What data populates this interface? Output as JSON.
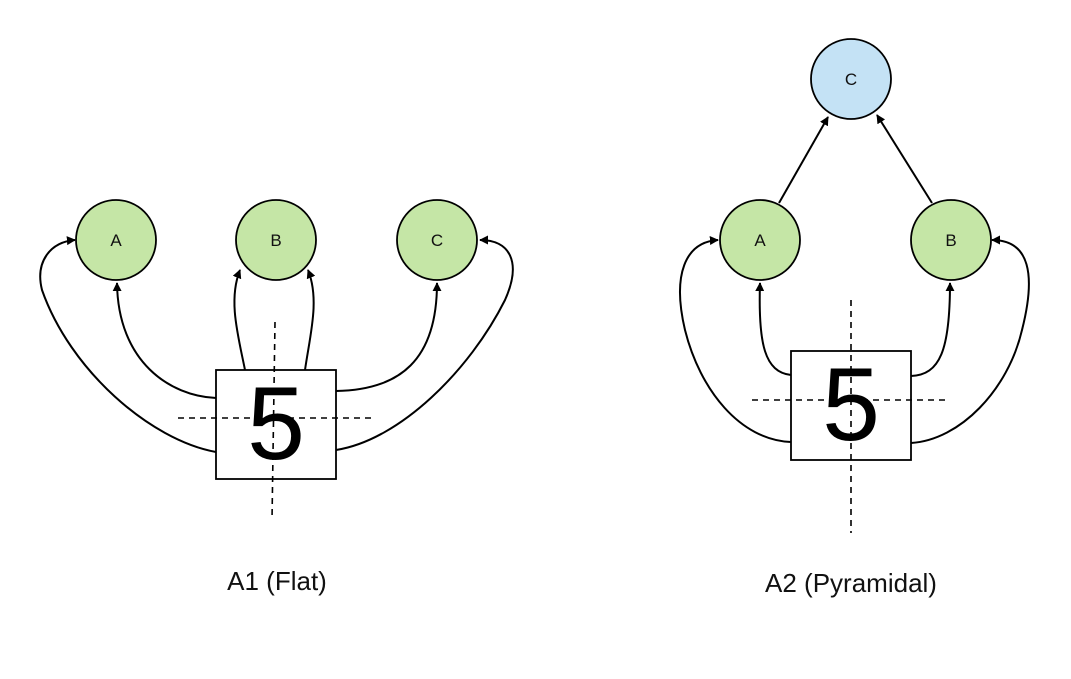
{
  "colors": {
    "green_node": "#c5e6a6",
    "blue_node": "#c4e2f5",
    "stroke": "#000000"
  },
  "flat": {
    "caption": "A1 (Flat)",
    "digit": "5",
    "node_a": "A",
    "node_b": "B",
    "node_c": "C"
  },
  "pyramidal": {
    "caption": "A2 (Pyramidal)",
    "digit": "5",
    "node_a": "A",
    "node_b": "B",
    "node_c": "C"
  }
}
